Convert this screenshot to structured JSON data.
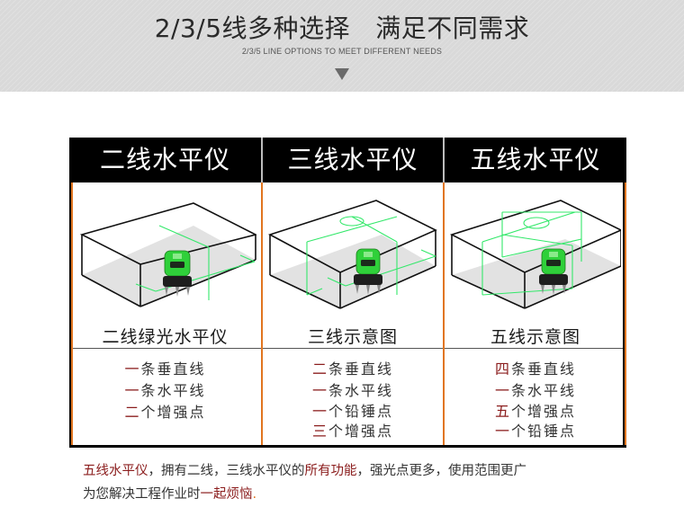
{
  "banner": {
    "title": "2/3/5线多种选择   满足不同需求",
    "subtitle": "2/3/5 LINE OPTIONS TO MEET DIFFERENT NEEDS",
    "arrow_icon": "down-triangle"
  },
  "columns": [
    {
      "header": "二线水平仪",
      "caption": "二线绿光水平仪",
      "features": [
        {
          "num": "一",
          "text": "条垂直线"
        },
        {
          "num": "一",
          "text": "条水平线"
        },
        {
          "num": "二",
          "text": "个增强点"
        }
      ]
    },
    {
      "header": "三线水平仪",
      "caption": "三线示意图",
      "features": [
        {
          "num": "二",
          "text": "条垂直线"
        },
        {
          "num": "一",
          "text": "条水平线"
        },
        {
          "num": "一",
          "text": "个铅锤点"
        },
        {
          "num": "三",
          "text": "个增强点"
        }
      ]
    },
    {
      "header": "五线水平仪",
      "caption": "五线示意图",
      "features": [
        {
          "num": "四",
          "text": "条垂直线"
        },
        {
          "num": "一",
          "text": "条水平线"
        },
        {
          "num": "五",
          "text": "个增强点"
        },
        {
          "num": "一",
          "text": "个铅锤点"
        }
      ]
    }
  ],
  "note": {
    "line1_hl1": "五线水平仪",
    "line1_a": "，拥有二线，三线水平仪的",
    "line1_hl2": "所有功能",
    "line1_b": "，强光点更多，使用范围更广",
    "line2_a": "为您解决工程作业时",
    "line2_hl": "一起烦恼",
    "line2_dot": "."
  },
  "colors": {
    "laser_green": "#33e86a",
    "device_green": "#2fd03a",
    "accent_red": "#8b1d1d",
    "accent_orange": "#e1751f",
    "header_black": "#000000"
  }
}
